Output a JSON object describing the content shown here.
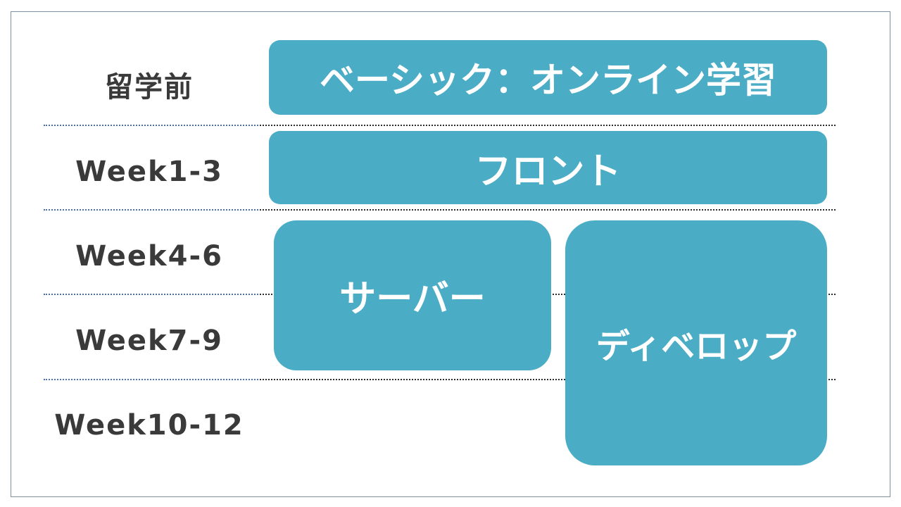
{
  "rows": [
    {
      "label": "留学前"
    },
    {
      "label": "Week1-3"
    },
    {
      "label": "Week4-6"
    },
    {
      "label": "Week7-9"
    },
    {
      "label": "Week10-12"
    }
  ],
  "blocks": {
    "basic": {
      "label": "ベーシック：オンライン学習"
    },
    "front": {
      "label": "フロント"
    },
    "server": {
      "label": "サーバー"
    },
    "develop": {
      "label": "ディベロップ"
    }
  },
  "colors": {
    "block_fill": "#4bacc6",
    "block_text": "#ffffff",
    "label_text": "#3a3a3a",
    "frame_border": "#7f8ea0"
  }
}
